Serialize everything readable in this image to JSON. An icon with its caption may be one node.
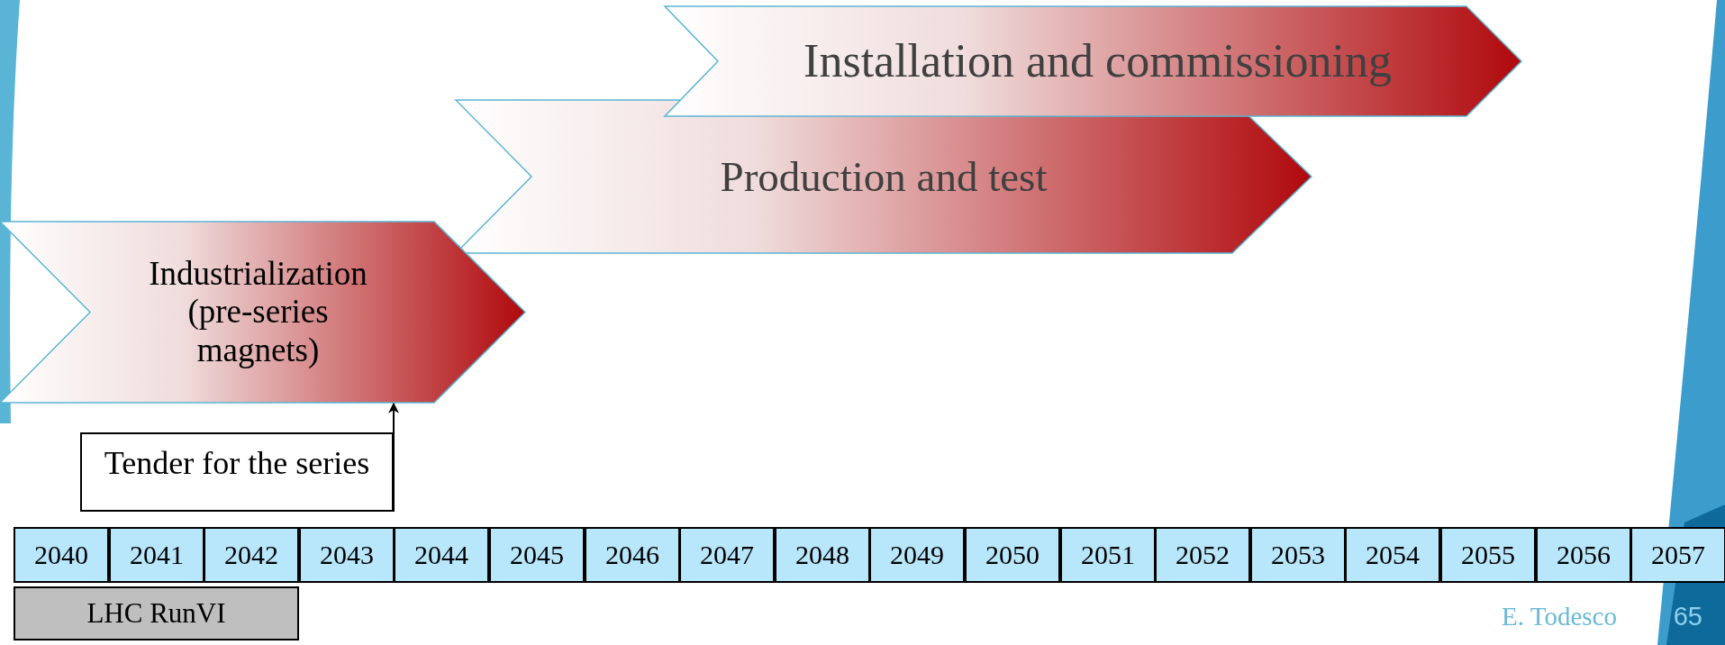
{
  "diagram": {
    "nodes": [
      {
        "text": [
          "Installation and commissioning"
        ]
      },
      {
        "text": [
          "Production and test"
        ]
      },
      {
        "text": [
          "Industrialization (pre-series magnets)"
        ]
      },
      {
        "text": [
          "Tender for the series"
        ]
      },
      {
        "text": [
          "2040"
        ]
      },
      {
        "text": [
          "2041"
        ]
      },
      {
        "text": [
          "2042"
        ]
      },
      {
        "text": [
          "2043"
        ]
      },
      {
        "text": [
          "2044"
        ]
      },
      {
        "text": [
          "2045"
        ]
      },
      {
        "text": [
          "2046"
        ]
      },
      {
        "text": [
          "2047"
        ]
      },
      {
        "text": [
          "2048"
        ]
      },
      {
        "text": [
          "2049"
        ]
      },
      {
        "text": [
          "2050"
        ]
      },
      {
        "text": [
          "2051"
        ]
      },
      {
        "text": [
          "2052"
        ]
      },
      {
        "text": [
          "2053"
        ]
      },
      {
        "text": [
          "2054"
        ]
      },
      {
        "text": [
          "2055"
        ]
      },
      {
        "text": [
          "2056"
        ]
      },
      {
        "text": [
          "2057"
        ]
      },
      {
        "text": [
          "LHC RunVI"
        ]
      }
    ],
    "edges": [
      {
        "from": 3,
        "to": 2,
        "arrow": "to"
      }
    ],
    "labels": [
      "E. Todesco",
      "65"
    ]
  }
}
